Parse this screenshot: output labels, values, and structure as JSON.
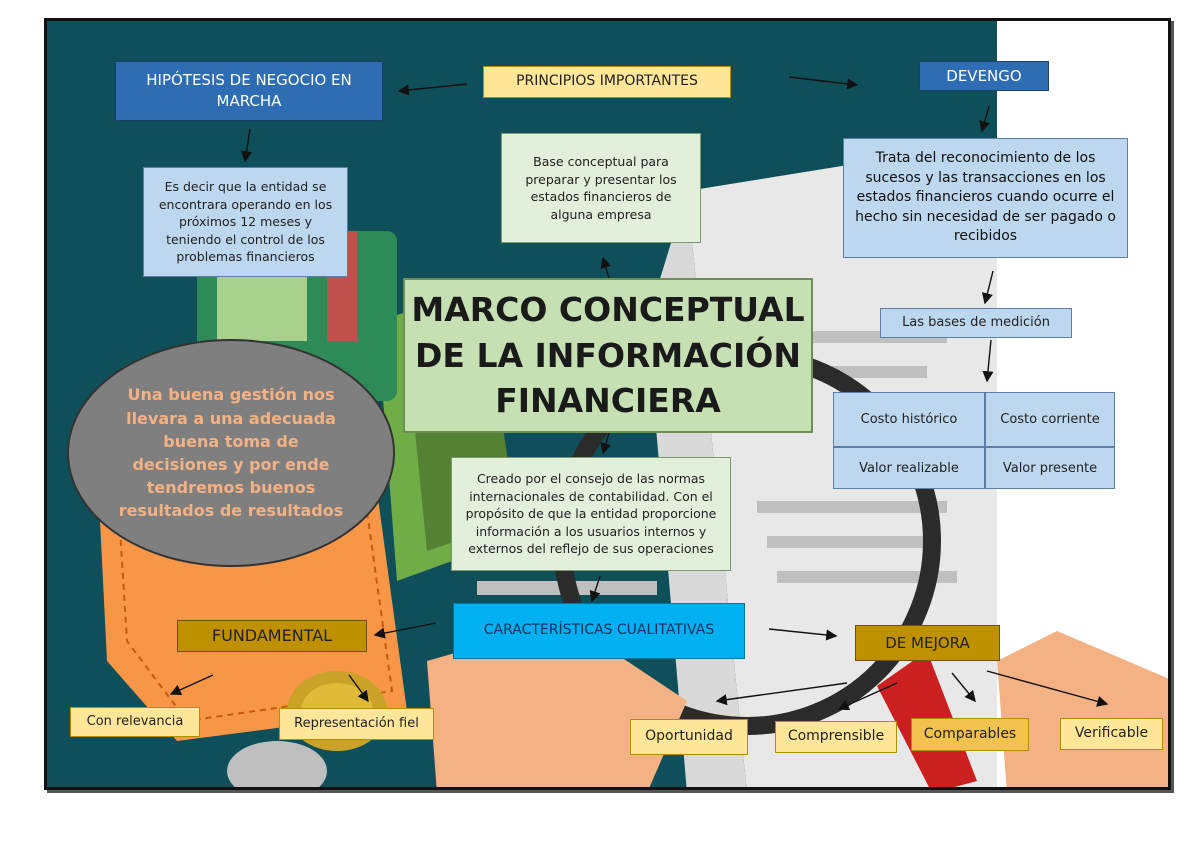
{
  "title": "MARCO CONCEPTUAL DE LA INFORMACIÓN FINANCIERA",
  "principios": "PRINCIPIOS IMPORTANTES",
  "hipotesis": "HIPÓTESIS DE NEGOCIO EN MARCHA",
  "hipotesis_desc": "Es decir que la entidad se encontrara operando en los próximos 12 meses y teniendo el control de los problemas financieros",
  "base_conceptual": "Base conceptual para preparar y presentar los estados financieros de alguna empresa",
  "devengo": "DEVENGO",
  "devengo_desc": "Trata del reconocimiento de los sucesos y las transacciones en los estados financieros cuando ocurre el hecho sin necesidad de ser pagado o recibidos",
  "bases_medicion": "Las bases de medición",
  "medicion_items": [
    "Costo histórico",
    "Costo corriente",
    "Valor realizable",
    "Valor presente"
  ],
  "ellipse_text": "Una buena gestión nos llevara a una adecuada buena toma de decisiones y por ende tendremos buenos resultados de resultados",
  "creado_por": "Creado por el consejo de las normas internacionales de contabilidad. Con el propósito de que la entidad proporcione información a los usuarios internos y externos del reflejo de sus operaciones",
  "caracteristicas": "CARACTERÍSTICAS CUALITATIVAS",
  "fundamental": "FUNDAMENTAL",
  "fundamental_items": [
    "Con relevancia",
    "Representación fiel"
  ],
  "de_mejora": "DE MEJORA",
  "mejora_items": [
    "Oportunidad",
    "Comprensible",
    "Comparables",
    "Verificable"
  ],
  "colors": {
    "background": "#0f4f59",
    "title_fill": "#c6e0b4",
    "dark_blue": "#2e6db4",
    "light_blue": "#bdd7ee",
    "cyan": "#00b0f0",
    "gold_light": "#ffe699",
    "gold_dark": "#bf9000",
    "ellipse": "#7f7f7f",
    "ellipse_text": "#f4b183"
  }
}
